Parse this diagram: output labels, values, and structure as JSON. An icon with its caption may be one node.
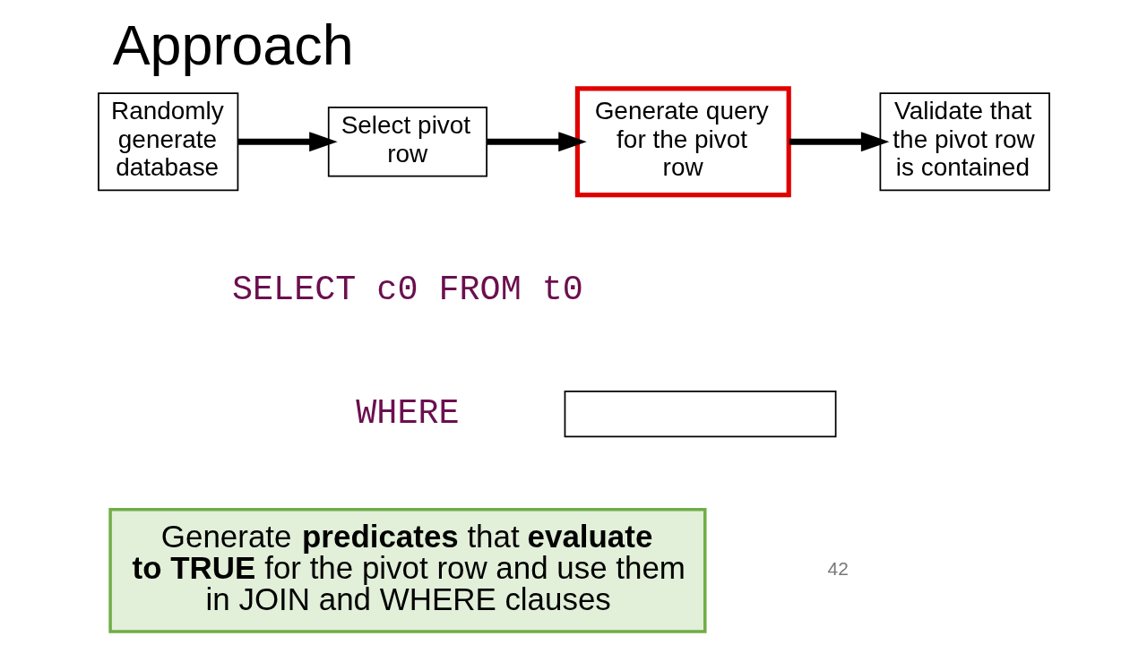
{
  "diagram": {
    "title": "Approach",
    "nodes": [
      {
        "text": [
          "Randomly generate database"
        ]
      },
      {
        "text": [
          "Select pivot row"
        ]
      },
      {
        "text": [
          "Generate query for the pivot row"
        ]
      },
      {
        "text": [
          "Validate that the pivot row is contained"
        ]
      },
      {
        "text": [],
        "shape": "box"
      },
      {
        "text": [
          "Generate **predicates** that **evaluate to TRUE** for the pivot row and use them in JOIN and WHERE clauses"
        ]
      }
    ],
    "edges": [
      {
        "from": 0,
        "to": 1,
        "arrow": "to"
      },
      {
        "from": 1,
        "to": 2,
        "arrow": "to"
      },
      {
        "from": 2,
        "to": 3,
        "arrow": "to"
      }
    ],
    "labels": [
      "SELECT c0 FROM t0",
      "WHERE",
      "42"
    ]
  }
}
